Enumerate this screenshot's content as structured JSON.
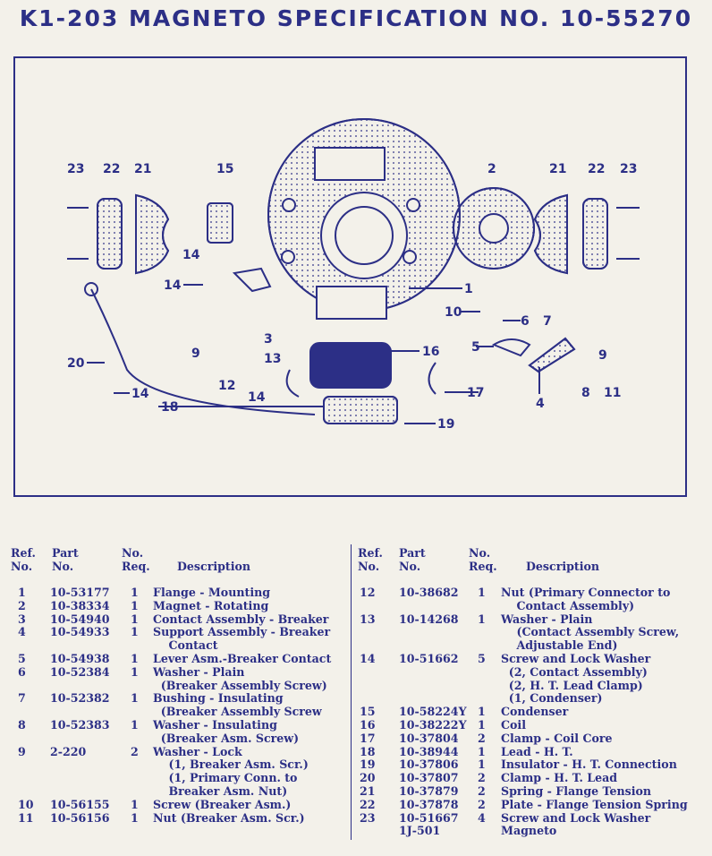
{
  "title": "K1-203 MAGNETO SPECIFICATION NO. 10-55270",
  "diagram_labels": [
    "23",
    "22",
    "21",
    "15",
    "14",
    "14",
    "20",
    "14",
    "18",
    "9",
    "12",
    "13",
    "14",
    "3",
    "16",
    "1",
    "2",
    "21",
    "22",
    "23",
    "10",
    "6",
    "7",
    "5",
    "9",
    "8",
    "11",
    "4",
    "17",
    "19"
  ],
  "headers": {
    "ref_1": "Ref.",
    "ref_2": "No.",
    "part_1": "Part",
    "part_2": "No.",
    "req_1": "No.",
    "req_2": "Req.",
    "desc": "Description"
  },
  "left_rows": [
    {
      "ref": "1",
      "part": "10-53177",
      "req": "1",
      "desc": [
        "Flange - Mounting"
      ]
    },
    {
      "ref": "2",
      "part": "10-38334",
      "req": "1",
      "desc": [
        "Magnet - Rotating"
      ]
    },
    {
      "ref": "3",
      "part": "10-54940",
      "req": "1",
      "desc": [
        "Contact Assembly - Breaker"
      ]
    },
    {
      "ref": "4",
      "part": "10-54933",
      "req": "1",
      "desc": [
        "Support Assembly - Breaker",
        "    Contact"
      ]
    },
    {
      "ref": "5",
      "part": "10-54938",
      "req": "1",
      "desc": [
        "Lever Asm.-Breaker Contact"
      ]
    },
    {
      "ref": "6",
      "part": "10-52384",
      "req": "1",
      "desc": [
        "Washer - Plain",
        "  (Breaker Assembly Screw)"
      ]
    },
    {
      "ref": "7",
      "part": "10-52382",
      "req": "1",
      "desc": [
        "Bushing - Insulating",
        "  (Breaker Assembly Screw"
      ]
    },
    {
      "ref": "8",
      "part": "10-52383",
      "req": "1",
      "desc": [
        "Washer - Insulating",
        "  (Breaker Asm. Screw)"
      ]
    },
    {
      "ref": "9",
      "part": "2-220",
      "req": "2",
      "desc": [
        "Washer - Lock",
        "    (1, Breaker Asm. Scr.)",
        "    (1, Primary Conn. to",
        "    Breaker Asm. Nut)"
      ]
    },
    {
      "ref": "10",
      "part": "10-56155",
      "req": "1",
      "desc": [
        "Screw (Breaker Asm.)"
      ]
    },
    {
      "ref": "11",
      "part": "10-56156",
      "req": "1",
      "desc": [
        "Nut (Breaker Asm. Scr.)"
      ]
    }
  ],
  "right_rows": [
    {
      "ref": "12",
      "part": "10-38682",
      "req": "1",
      "desc": [
        "Nut (Primary Connector to",
        "    Contact Assembly)"
      ]
    },
    {
      "ref": "13",
      "part": "10-14268",
      "req": "1",
      "desc": [
        "Washer - Plain",
        "    (Contact Assembly Screw,",
        "    Adjustable End)"
      ]
    },
    {
      "ref": "14",
      "part": "10-51662",
      "req": "5",
      "desc": [
        "Screw and Lock Washer",
        "  (2, Contact Assembly)",
        "  (2, H. T. Lead Clamp)",
        "  (1, Condenser)"
      ]
    },
    {
      "ref": "15",
      "part": "10-58224Y",
      "req": "1",
      "desc": [
        "Condenser"
      ]
    },
    {
      "ref": "16",
      "part": "10-38222Y",
      "req": "1",
      "desc": [
        "Coil"
      ]
    },
    {
      "ref": "17",
      "part": "10-37804",
      "req": "2",
      "desc": [
        "Clamp - Coil Core"
      ]
    },
    {
      "ref": "18",
      "part": "10-38944",
      "req": "1",
      "desc": [
        "Lead - H. T."
      ]
    },
    {
      "ref": "19",
      "part": "10-37806",
      "req": "1",
      "desc": [
        "Insulator - H. T. Connection"
      ]
    },
    {
      "ref": "20",
      "part": "10-37807",
      "req": "2",
      "desc": [
        "Clamp - H. T. Lead"
      ]
    },
    {
      "ref": "21",
      "part": "10-37879",
      "req": "2",
      "desc": [
        "Spring - Flange Tension"
      ]
    },
    {
      "ref": "22",
      "part": "10-37878",
      "req": "2",
      "desc": [
        "Plate - Flange Tension Spring"
      ]
    },
    {
      "ref": "23",
      "part": "10-51667",
      "req": "4",
      "desc": [
        "Screw and Lock Washer"
      ]
    },
    {
      "ref": "",
      "part": "1J-501",
      "req": "",
      "desc": [
        "Magneto"
      ]
    }
  ]
}
